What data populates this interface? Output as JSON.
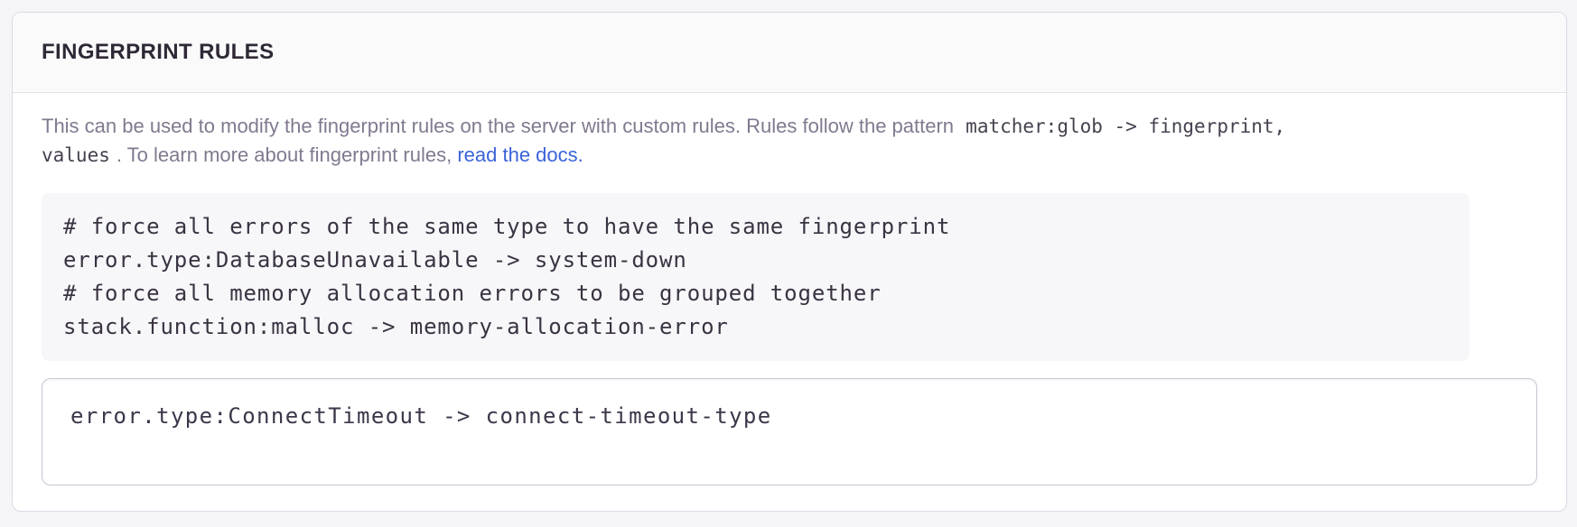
{
  "panel": {
    "title": "FINGERPRINT RULES",
    "description": {
      "text_before": "This can be used to modify the fingerprint rules on the server with custom rules. Rules follow the pattern",
      "pattern_code_line1": "matcher:glob -> fingerprint,",
      "pattern_code_line2": "values",
      "text_after": ". To learn more about fingerprint rules, ",
      "link_label": "read the docs."
    },
    "example_code": {
      "lines": [
        "# force all errors of the same type to have the same fingerprint",
        "error.type:DatabaseUnavailable -> system-down",
        "# force all memory allocation errors to be grouped together",
        "stack.function:malloc -> memory-allocation-error"
      ]
    },
    "rules_input": {
      "value": "error.type:ConnectTimeout -> connect-timeout-type"
    },
    "colors": {
      "link_blue": "#3b63d8",
      "text_muted": "#81798f",
      "text_dark": "#2f2936",
      "panel_border": "#dcd9e3",
      "example_background": "#f7f7f9",
      "textarea_border": "#cac4d2"
    }
  }
}
